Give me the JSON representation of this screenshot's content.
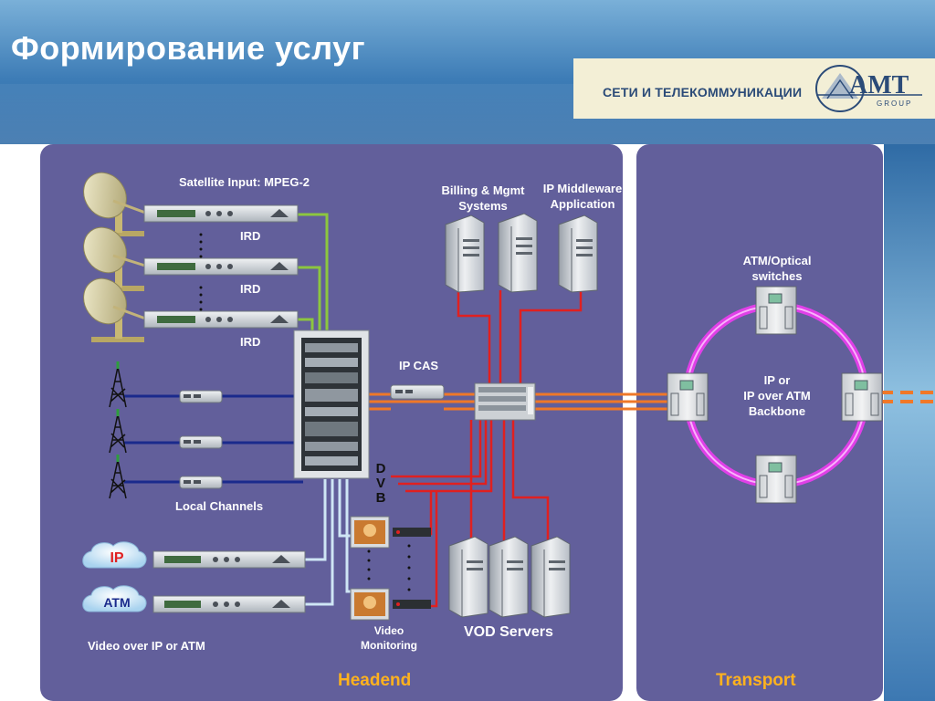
{
  "slide": {
    "title": "Формирование услуг",
    "brand_text": "СЕТИ И ТЕЛЕКОММУНИКАЦИИ",
    "logo_text": "AMT",
    "logo_subtext": "GROUP"
  },
  "headend": {
    "section_label": "Headend",
    "satellite_input": "Satellite Input: MPEG-2",
    "ird_labels": [
      "IRD",
      "IRD",
      "IRD"
    ],
    "local_channels": "Local Channels",
    "ip_cas": "IP CAS",
    "dvb_letters": [
      "D",
      "V",
      "B"
    ],
    "billing": [
      "Billing & Mgmt",
      "Systems"
    ],
    "middleware": [
      "IP Middleware",
      "Application"
    ],
    "video_monitoring": [
      "Video",
      "Monitoring"
    ],
    "vod_servers": "VOD Servers",
    "cloud_ip": "IP",
    "cloud_atm": "ATM",
    "video_over": "Video over IP or ATM"
  },
  "transport": {
    "section_label": "Transport",
    "switches": [
      "ATM/Optical",
      "switches"
    ],
    "backbone": [
      "IP or",
      "IP over ATM",
      "Backbone"
    ]
  },
  "colors": {
    "panel": "#625f9b",
    "orange_link": "#f07828",
    "red_link": "#e02020",
    "green_link": "#8cc63f",
    "blue_link": "#1a2a8c",
    "light_link": "#cfe6f5",
    "ring": "#e040e8",
    "section_label": "#ffb21e"
  }
}
